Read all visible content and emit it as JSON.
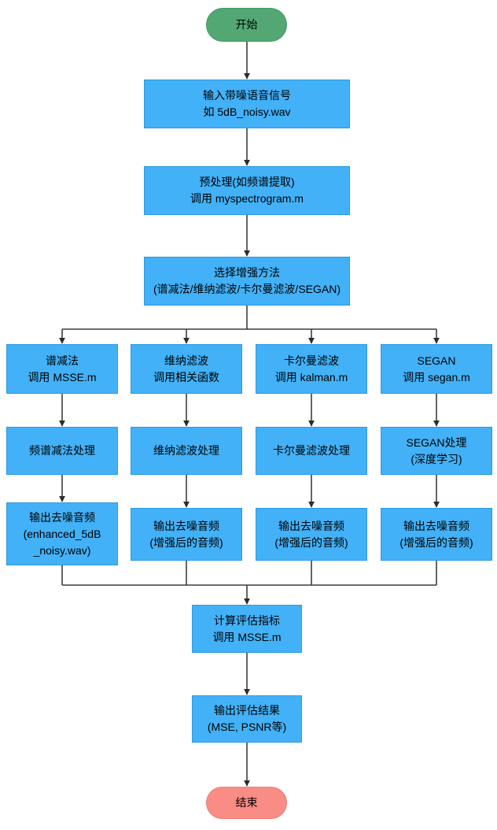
{
  "diagram": {
    "type": "flowchart",
    "language": "zh-CN",
    "topic": "speech-denoising-evaluation-pipeline",
    "colors": {
      "process_fill": "#42b1f7",
      "process_border": "#2a9be0",
      "start_fill": "#53a772",
      "end_fill": "#f98c84",
      "connector_line": "#3d3d3d",
      "text": "#000000",
      "background": "#ffffff"
    },
    "nodes": {
      "start": {
        "label": "开始"
      },
      "input": {
        "line1": "输入带噪语音信号",
        "line2": "如 5dB_noisy.wav"
      },
      "preprocess": {
        "line1": "预处理(如频谱提取)",
        "line2": "调用 myspectrogram.m"
      },
      "choose": {
        "line1": "选择增强方法",
        "line2": "(谱减法/维纳滤波/卡尔曼滤波/SEGAN)"
      },
      "spectral_method": {
        "line1": "谱减法",
        "line2": "调用 MSSE.m"
      },
      "wiener_method": {
        "line1": "维纳滤波",
        "line2": "调用相关函数"
      },
      "kalman_method": {
        "line1": "卡尔曼滤波",
        "line2": "调用 kalman.m"
      },
      "segan_method": {
        "line1": "SEGAN",
        "line2": "调用 segan.m"
      },
      "spectral_process": {
        "line1": "频谱减法处理"
      },
      "wiener_process": {
        "line1": "维纳滤波处理"
      },
      "kalman_process": {
        "line1": "卡尔曼滤波处理"
      },
      "segan_process": {
        "line1": "SEGAN处理",
        "line2": "(深度学习)"
      },
      "spectral_output": {
        "line1": "输出去噪音频",
        "line2": "(enhanced_5dB",
        "line3": "_noisy.wav)"
      },
      "wiener_output": {
        "line1": "输出去噪音频",
        "line2": "(增强后的音频)"
      },
      "kalman_output": {
        "line1": "输出去噪音频",
        "line2": "(增强后的音频)"
      },
      "segan_output": {
        "line1": "输出去噪音频",
        "line2": "(增强后的音频)"
      },
      "evaluate": {
        "line1": "计算评估指标",
        "line2": "调用 MSSE.m"
      },
      "results": {
        "line1": "输出评估结果",
        "line2": "(MSE, PSNR等)"
      },
      "end": {
        "label": "结束"
      }
    }
  }
}
